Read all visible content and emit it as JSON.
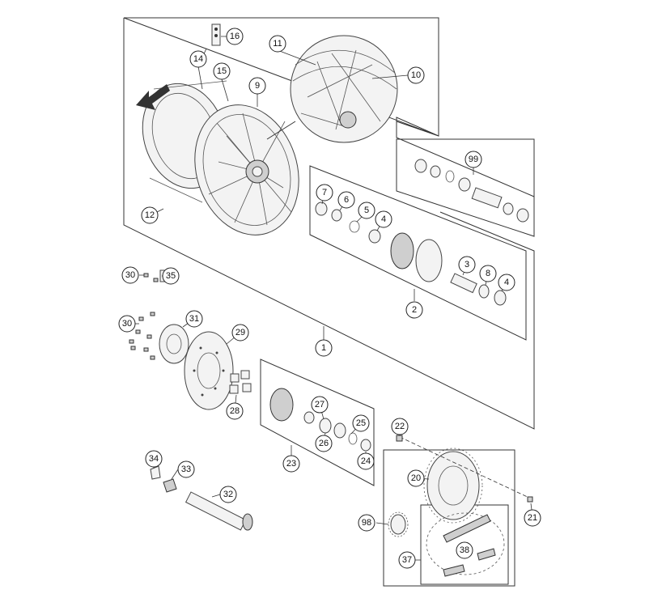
{
  "callouts": {
    "c1": "1",
    "c2": "2",
    "c3": "3",
    "c4a": "4",
    "c4b": "4",
    "c5": "5",
    "c6": "6",
    "c7": "7",
    "c8": "8",
    "c9": "9",
    "c10": "10",
    "c11": "11",
    "c12": "12",
    "c14": "14",
    "c15": "15",
    "c16": "16",
    "c20": "20",
    "c21": "21",
    "c22": "22",
    "c23": "23",
    "c24": "24",
    "c25": "25",
    "c26": "26",
    "c27": "27",
    "c28": "28",
    "c29": "29",
    "c30a": "30",
    "c30b": "30",
    "c31": "31",
    "c32": "32",
    "c33": "33",
    "c34": "34",
    "c35": "35",
    "c37": "37",
    "c38": "38",
    "c98": "98",
    "c99": "99"
  },
  "icons": {
    "rotation_arrow": "rotation-direction-arrow-icon"
  },
  "colors": {
    "line": "#333333",
    "background": "#ffffff"
  }
}
